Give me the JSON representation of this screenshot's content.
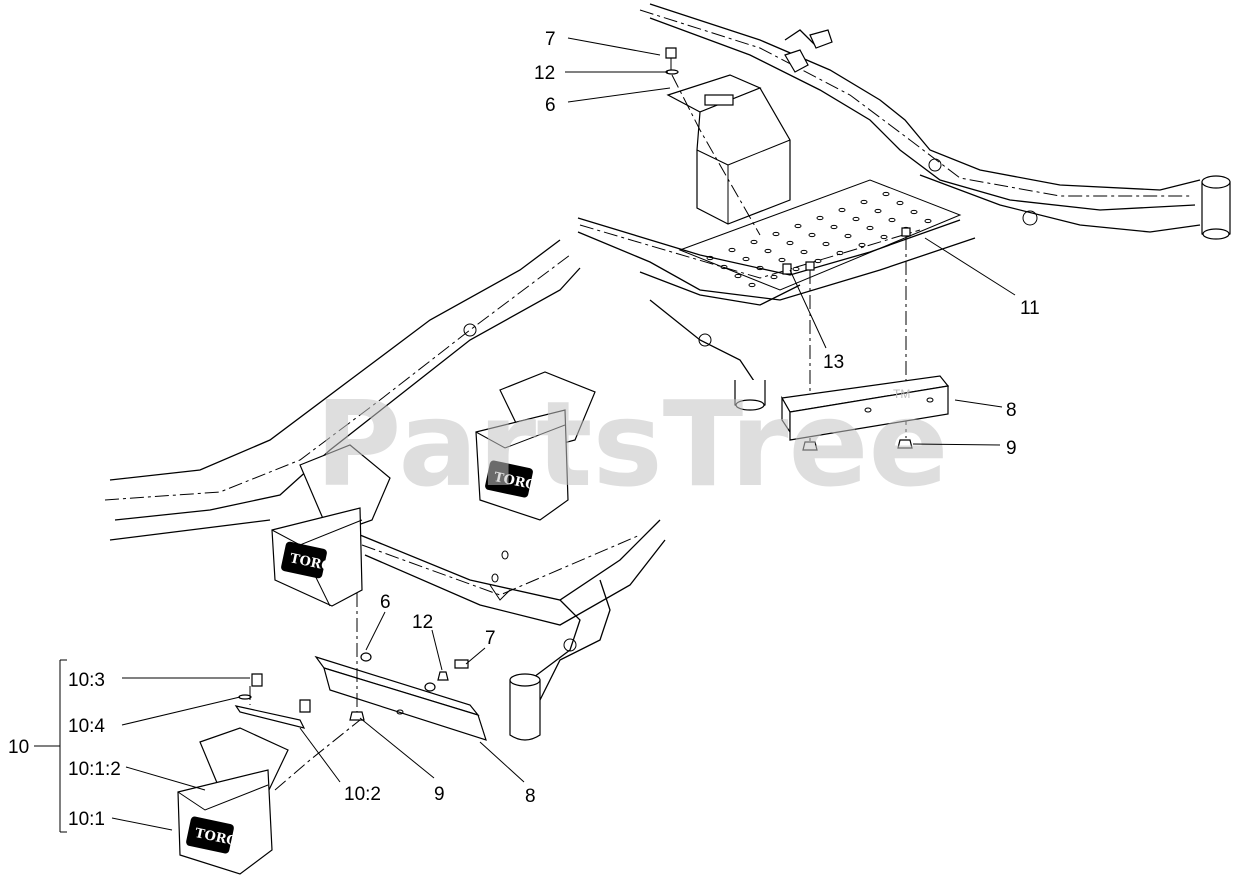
{
  "watermark": {
    "text": "PartsTree",
    "trademark": "TM"
  },
  "logo_text": "TORO",
  "callouts": {
    "c7_top": "7",
    "c12_top": "12",
    "c6_top": "6",
    "c11": "11",
    "c13": "13",
    "c8_right": "8",
    "c9_right": "9",
    "c6_mid": "6",
    "c12_mid": "12",
    "c7_mid": "7",
    "c10_3": "10:3",
    "c10_4": "10:4",
    "c10": "10",
    "c10_1_2": "10:1:2",
    "c10_1": "10:1",
    "c10_2": "10:2",
    "c9_bottom": "9",
    "c8_bottom": "8"
  }
}
